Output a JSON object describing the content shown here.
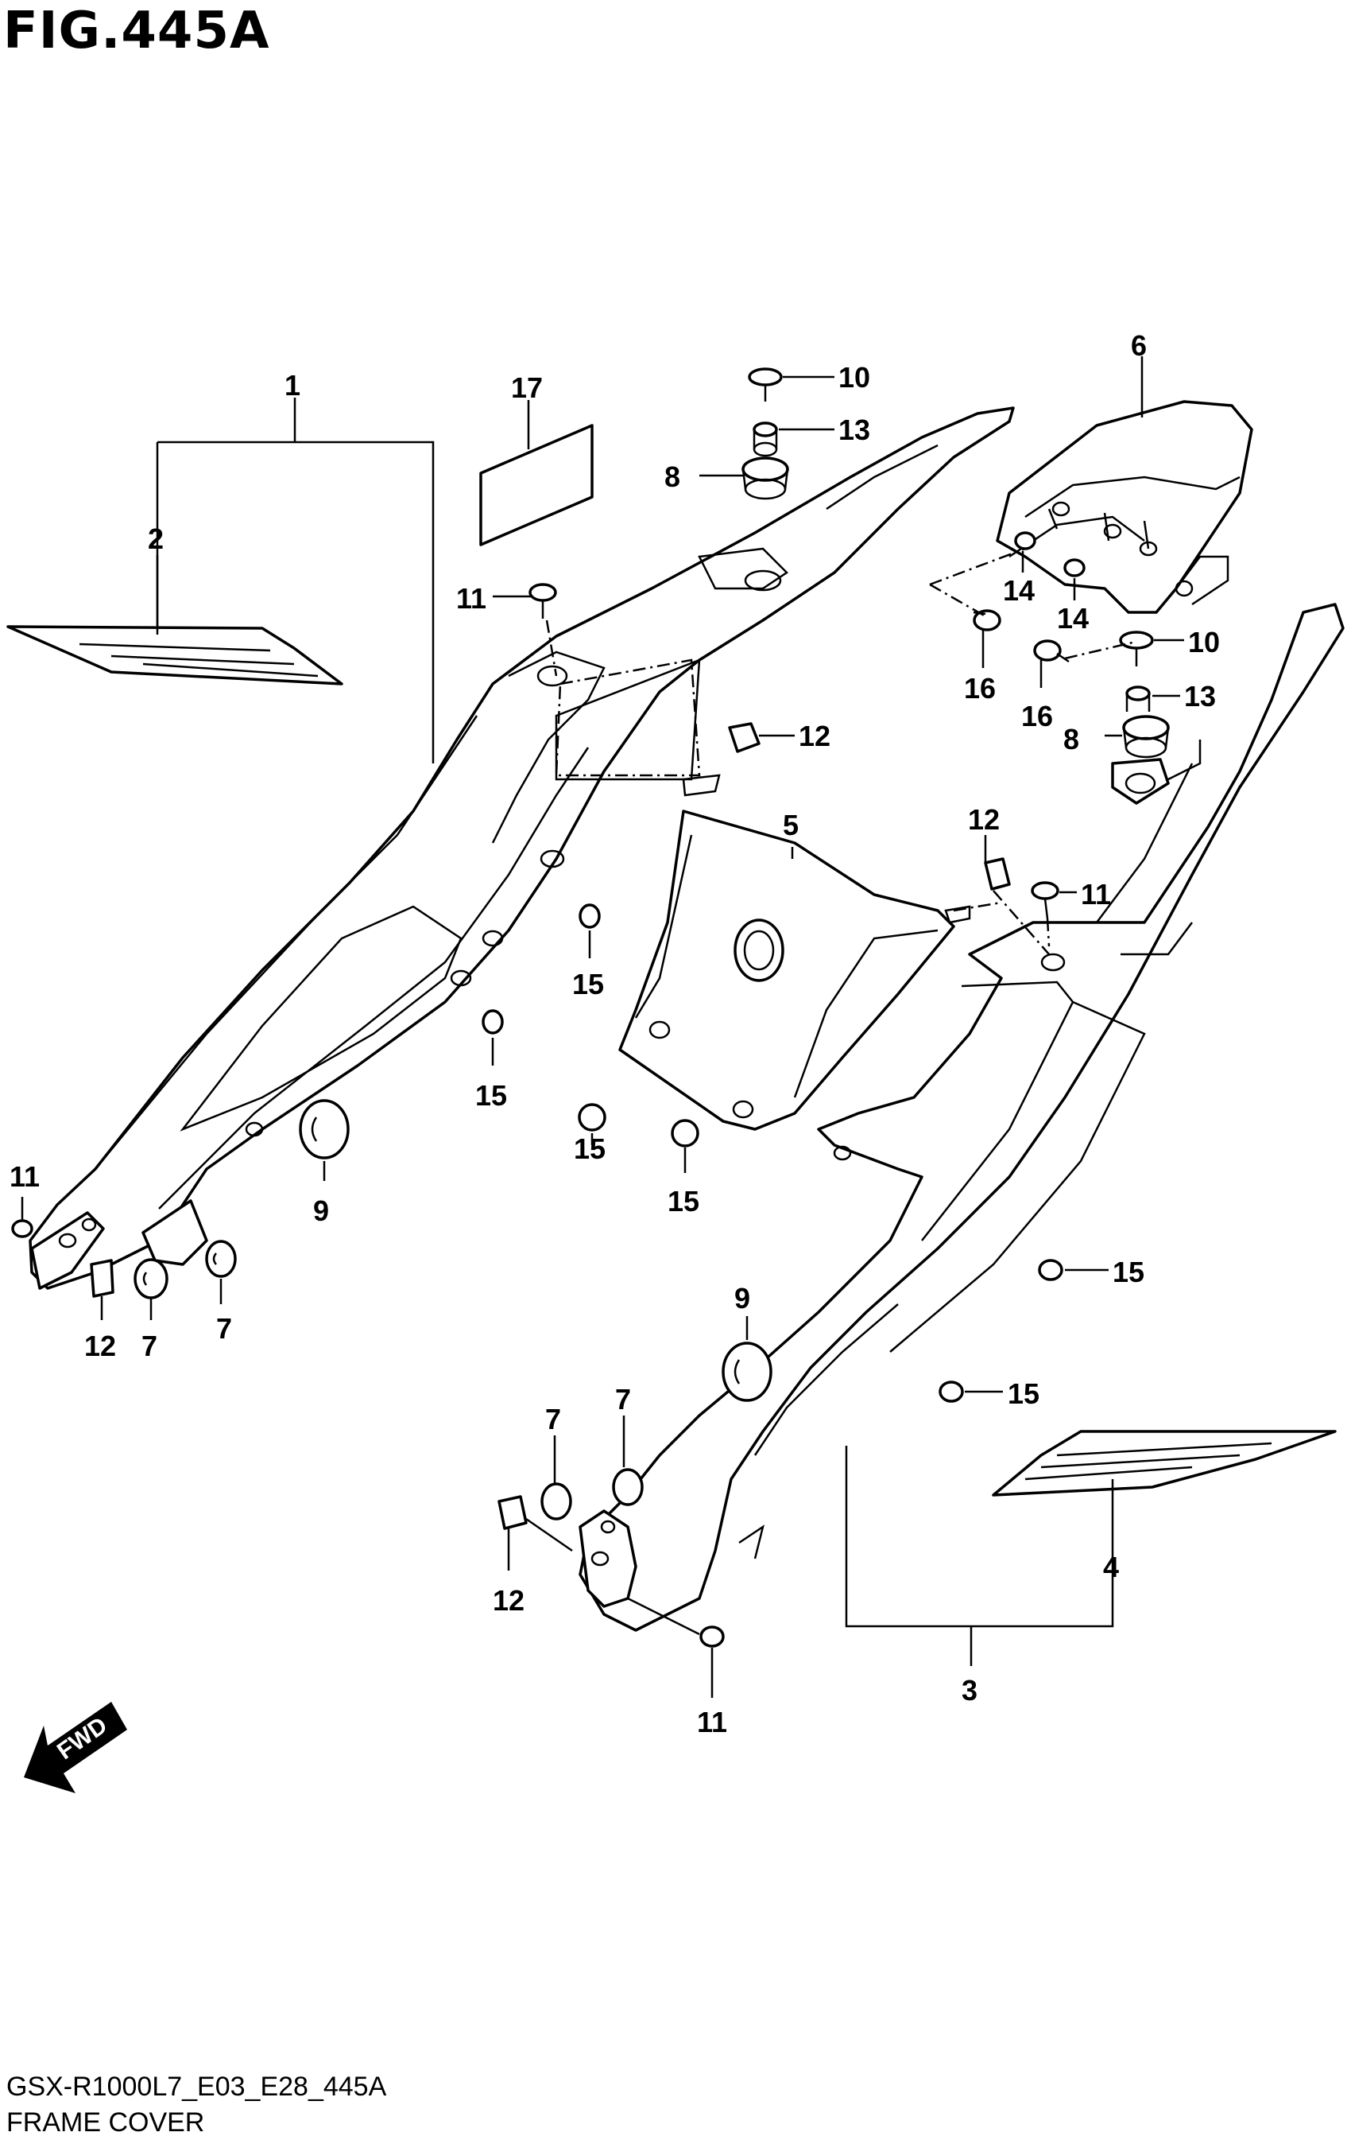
{
  "figure": {
    "title": "FIG.445A",
    "code": "GSX-R1000L7_E03_E28_445A",
    "caption": "FRAME COVER",
    "fwd_label": "FWD"
  },
  "callouts": {
    "c1": "1",
    "c2": "2",
    "c3": "3",
    "c4": "4",
    "c5": "5",
    "c6": "6",
    "c7a": "7",
    "c7b": "7",
    "c7c": "7",
    "c7d": "7",
    "c8a": "8",
    "c8b": "8",
    "c9a": "9",
    "c9b": "9",
    "c10a": "10",
    "c10b": "10",
    "c11a": "11",
    "c11b": "11",
    "c11c": "11",
    "c11d": "11",
    "c12a": "12",
    "c12b": "12",
    "c12c": "12",
    "c12d": "12",
    "c13a": "13",
    "c13b": "13",
    "c14a": "14",
    "c14b": "14",
    "c15a": "15",
    "c15b": "15",
    "c15c": "15",
    "c15d": "15",
    "c15e": "15",
    "c15f": "15",
    "c16a": "16",
    "c16b": "16",
    "c17": "17"
  }
}
